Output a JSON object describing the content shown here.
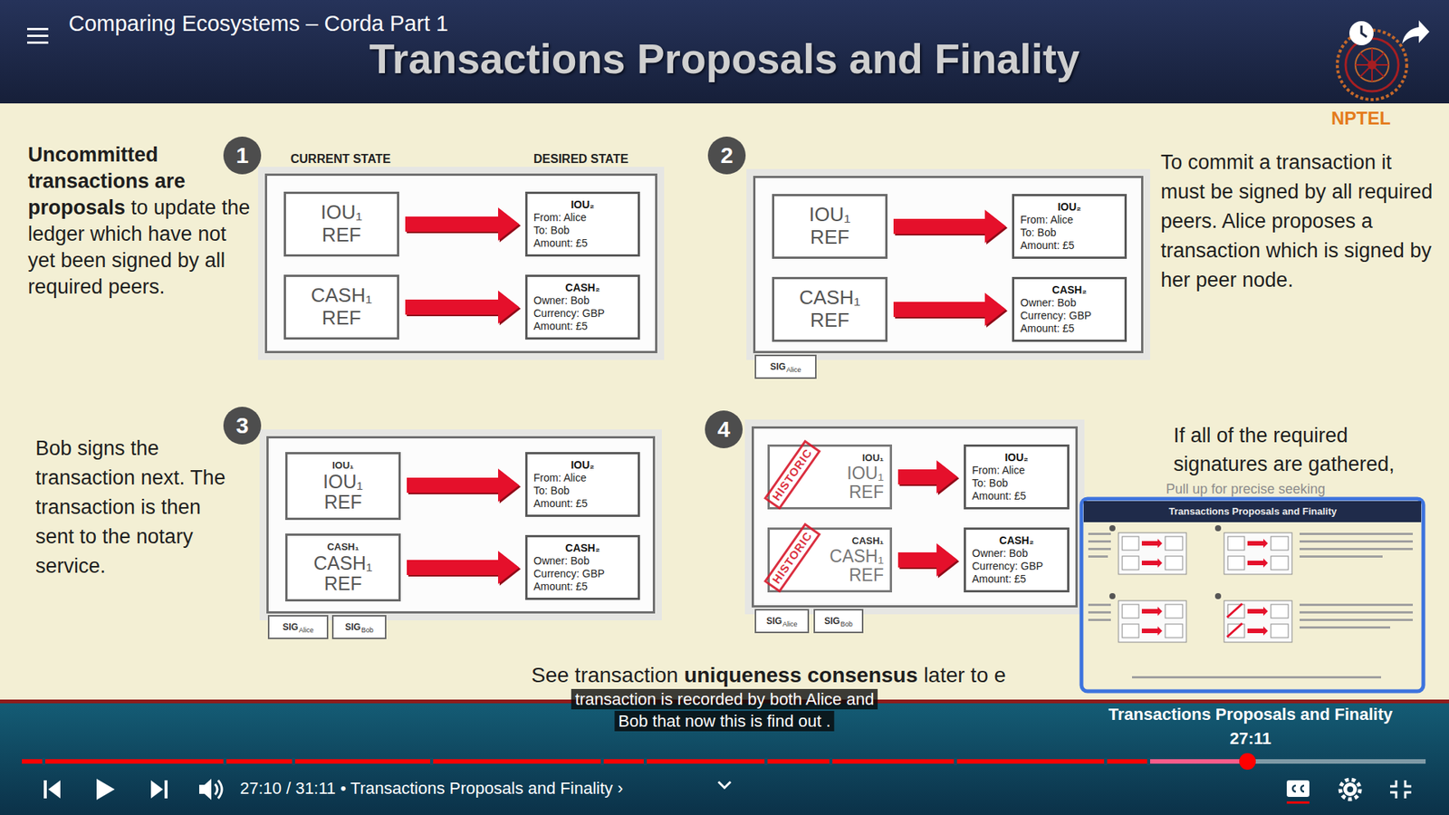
{
  "diagram": {
    "title": "Transactions Proposals and Finality",
    "nodes": [
      {
        "text": [
          "1"
        ]
      },
      {
        "text": [
          "IOU₁",
          "REF"
        ],
        "in": 0
      },
      {
        "text": [
          "IOU₂",
          "From: Alice",
          "To: Bob",
          "Amount: £5"
        ],
        "in": 0
      },
      {
        "text": [
          "CASH₁",
          "REF"
        ],
        "in": 0
      },
      {
        "text": [
          "CASH₂",
          "Owner: Bob",
          "Currency: GBP",
          "Amount: £5"
        ],
        "in": 0
      },
      {
        "text": [
          "2"
        ]
      },
      {
        "text": [
          "IOU₁",
          "REF"
        ],
        "in": 5
      },
      {
        "text": [
          "IOU₂",
          "From: Alice",
          "To: Bob",
          "Amount: £5"
        ],
        "in": 5
      },
      {
        "text": [
          "CASH₁",
          "REF"
        ],
        "in": 5
      },
      {
        "text": [
          "CASH₂",
          "Owner: Bob",
          "Currency: GBP",
          "Amount: £5"
        ],
        "in": 5
      },
      {
        "text": [
          "SIG",
          "Alice"
        ]
      },
      {
        "text": [
          "3"
        ]
      },
      {
        "text": [
          "IOU₁",
          "IOU₁",
          "REF"
        ],
        "in": 11
      },
      {
        "text": [
          "IOU₂",
          "From: Alice",
          "To: Bob",
          "Amount: £5"
        ],
        "in": 11
      },
      {
        "text": [
          "CASH₁",
          "CASH₁",
          "REF"
        ],
        "in": 11
      },
      {
        "text": [
          "CASH₂",
          "Owner: Bob",
          "Currency: GBP",
          "Amount: £5"
        ],
        "in": 11
      },
      {
        "text": [
          "SIG",
          "Alice"
        ]
      },
      {
        "text": [
          "SIG",
          "Bob"
        ]
      },
      {
        "text": [
          "4"
        ]
      },
      {
        "text": [
          "IOU₁",
          "IOU₁",
          "REF"
        ],
        "in": 18
      },
      {
        "text": [
          "IOU₂",
          "From: Alice",
          "To: Bob",
          "Amount: £5"
        ],
        "in": 18
      },
      {
        "text": [
          "CASH₁",
          "CASH₁",
          "REF"
        ],
        "in": 18
      },
      {
        "text": [
          "CASH₂",
          "Owner: Bob",
          "Currency: GBP",
          "Amount: £5"
        ],
        "in": 18
      },
      {
        "text": [
          "SIG",
          "Alice"
        ]
      },
      {
        "text": [
          "SIG",
          "Bob"
        ]
      }
    ],
    "edges": [
      {
        "from": 1,
        "to": 2,
        "arrow": "to"
      },
      {
        "from": 3,
        "to": 4,
        "arrow": "to"
      },
      {
        "from": 6,
        "to": 7,
        "arrow": "to"
      },
      {
        "from": 8,
        "to": 9,
        "arrow": "to"
      },
      {
        "from": 12,
        "to": 13,
        "arrow": "to"
      },
      {
        "from": 14,
        "to": 15,
        "arrow": "to"
      },
      {
        "from": 19,
        "to": 20,
        "arrow": "to"
      },
      {
        "from": 21,
        "to": 22,
        "arrow": "to"
      }
    ],
    "labels": [
      "Comparing Ecosystems – Corda Part 1",
      "NPTEL",
      "CURRENT STATE",
      "DESIRED STATE",
      "Uncommitted transactions are proposals",
      "to update the ledger which have not yet been signed by all required peers.",
      "To commit a transaction it must be signed by all required peers. Alice proposes a transaction which is signed by her peer node.",
      "Bob signs the transaction next. The transaction is then sent to the notary service.",
      "If all of the required signatures are gathered,",
      "HISTORIC",
      "HISTORIC",
      "See transaction",
      "uniqueness consensus",
      "later to e",
      "Pull up for precise seeking",
      "transaction is recorded by both Alice and",
      "Bob that now this is find out .",
      "Transactions Proposals and Finality",
      "Transactions Proposals and Finality",
      "27:11",
      "27:10 / 31:11 • Transactions Proposals and Finality ›"
    ]
  }
}
